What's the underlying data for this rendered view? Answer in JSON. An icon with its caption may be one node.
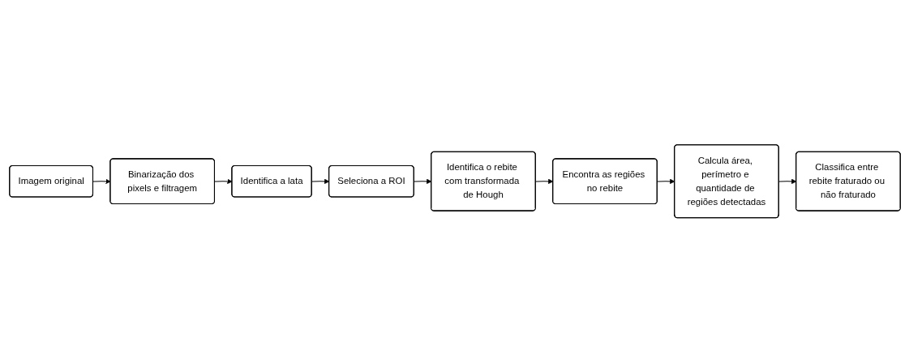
{
  "diagram": {
    "nodes": [
      {
        "text": [
          "Imagem original"
        ]
      },
      {
        "text": [
          "Binarização dos pixels e filtragem"
        ]
      },
      {
        "text": [
          "Identifica a lata"
        ]
      },
      {
        "text": [
          "Seleciona a ROI"
        ]
      },
      {
        "text": [
          "Identifica o rebite com transformada de Hough"
        ]
      },
      {
        "text": [
          "Encontra as regiões no rebite"
        ]
      },
      {
        "text": [
          "Calcula área, perímetro e quantidade de regiões detectadas"
        ]
      },
      {
        "text": [
          "Classifica entre rebite fraturado ou não fraturado"
        ]
      }
    ],
    "edges": [
      {
        "from": 0,
        "to": 1,
        "arrow": "to"
      },
      {
        "from": 1,
        "to": 2,
        "arrow": "to"
      },
      {
        "from": 2,
        "to": 3,
        "arrow": "to"
      },
      {
        "from": 3,
        "to": 4,
        "arrow": "to"
      },
      {
        "from": 4,
        "to": 5,
        "arrow": "to"
      },
      {
        "from": 5,
        "to": 6,
        "arrow": "to"
      },
      {
        "from": 6,
        "to": 7,
        "arrow": "to"
      }
    ]
  }
}
